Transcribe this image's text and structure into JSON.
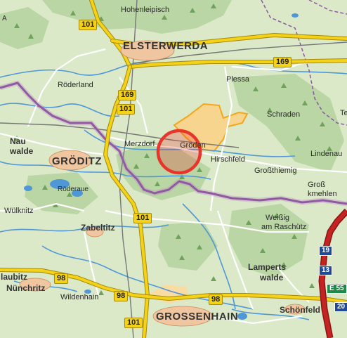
{
  "map": {
    "colors": {
      "land": "#dbe9c8",
      "forest": "#b9d6a4",
      "water": "#4f97d6",
      "district_border": "#7a3f8e",
      "motorway": "#c42323",
      "federal_road": "#f4d21a",
      "nature_reserve": "#f4a619",
      "marker": "#e8352a"
    },
    "marker": {
      "name": "Gröden",
      "style": "red-circle"
    },
    "places": {
      "hohenleipisch": "Hohenleipisch",
      "elsterwerda": "ELSTERWERDA",
      "plessa": "Plessa",
      "roederland": "Röderland",
      "schraden": "Schraden",
      "nauwalde_1": "Nau",
      "nauwalde_2": "walde",
      "merzdorf": "Merzdorf",
      "groeden": "Gröden",
      "hirschfeld": "Hirschfeld",
      "lindenau": "Lindenau",
      "groeditz": "GRÖDITZ",
      "grossthiemig": "Großthiemig",
      "grosskmehlen_1": "Groß",
      "grosskmehlen_2": "kmehlen",
      "roederaue": "Röderaue",
      "wuelknitz": "Wülknitz",
      "weissig_1": "Weißig",
      "weissig_2": "am Raschütz",
      "zabeltitz": "Zabeltitz",
      "lampertswalde_1": "Lamperts",
      "lampertswalde_2": "walde",
      "glaubitz": "laubitz",
      "nuenchritz": "Nünchritz",
      "wildenhain": "Wildenhain",
      "grossenhain": "GROSSENHAIN",
      "schoenfeld": "Schönfeld",
      "te": "Te",
      "corner_a": "A"
    },
    "roads": {
      "b101_top": "101",
      "b169_east": "169",
      "b169_west": "169",
      "b101_mid": "101",
      "b101_south": "101",
      "b98_west": "98",
      "b98_center": "98",
      "b98_east": "98",
      "b101_bottom": "101"
    },
    "motorway_signs": {
      "exit_19": "19",
      "exit_13": "13",
      "e55": "E 55",
      "exit_20": "20"
    }
  }
}
